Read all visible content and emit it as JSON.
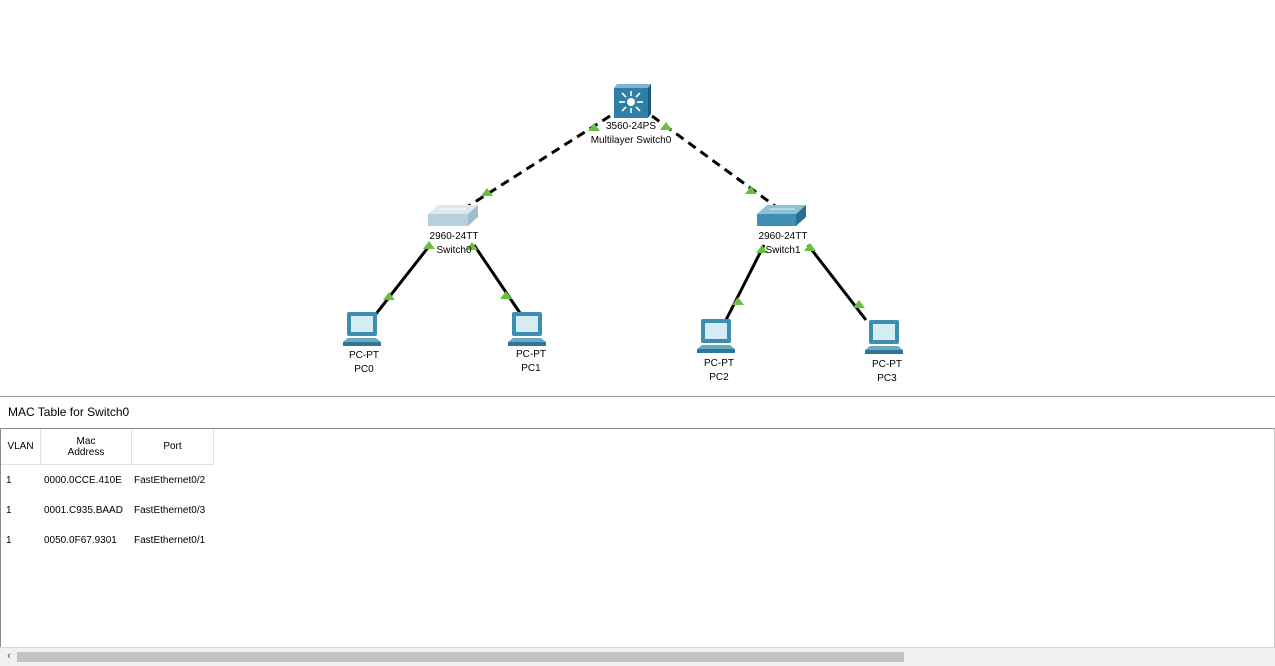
{
  "topology": {
    "devices": [
      {
        "id": "mls0",
        "model": "3560-24PS",
        "name": "Multilayer Switch0"
      },
      {
        "id": "sw0",
        "model": "2960-24TT",
        "name": "Switch0"
      },
      {
        "id": "sw1",
        "model": "2960-24TT",
        "name": "Switch1"
      },
      {
        "id": "pc0",
        "model": "PC-PT",
        "name": "PC0"
      },
      {
        "id": "pc1",
        "model": "PC-PT",
        "name": "PC1"
      },
      {
        "id": "pc2",
        "model": "PC-PT",
        "name": "PC2"
      },
      {
        "id": "pc3",
        "model": "PC-PT",
        "name": "PC3"
      }
    ],
    "link_status_color": "#6abf3f"
  },
  "mac_table": {
    "title": "MAC Table for Switch0",
    "columns": [
      "VLAN",
      "Mac Address",
      "Port"
    ],
    "rows": [
      {
        "vlan": "1",
        "mac": "0000.0CCE.410E",
        "port": "FastEthernet0/2"
      },
      {
        "vlan": "1",
        "mac": "0001.C935.BAAD",
        "port": "FastEthernet0/3"
      },
      {
        "vlan": "1",
        "mac": "0050.0F67.9301",
        "port": "FastEthernet0/1"
      }
    ]
  },
  "scrollbar": {
    "left_arrow": "‹"
  }
}
